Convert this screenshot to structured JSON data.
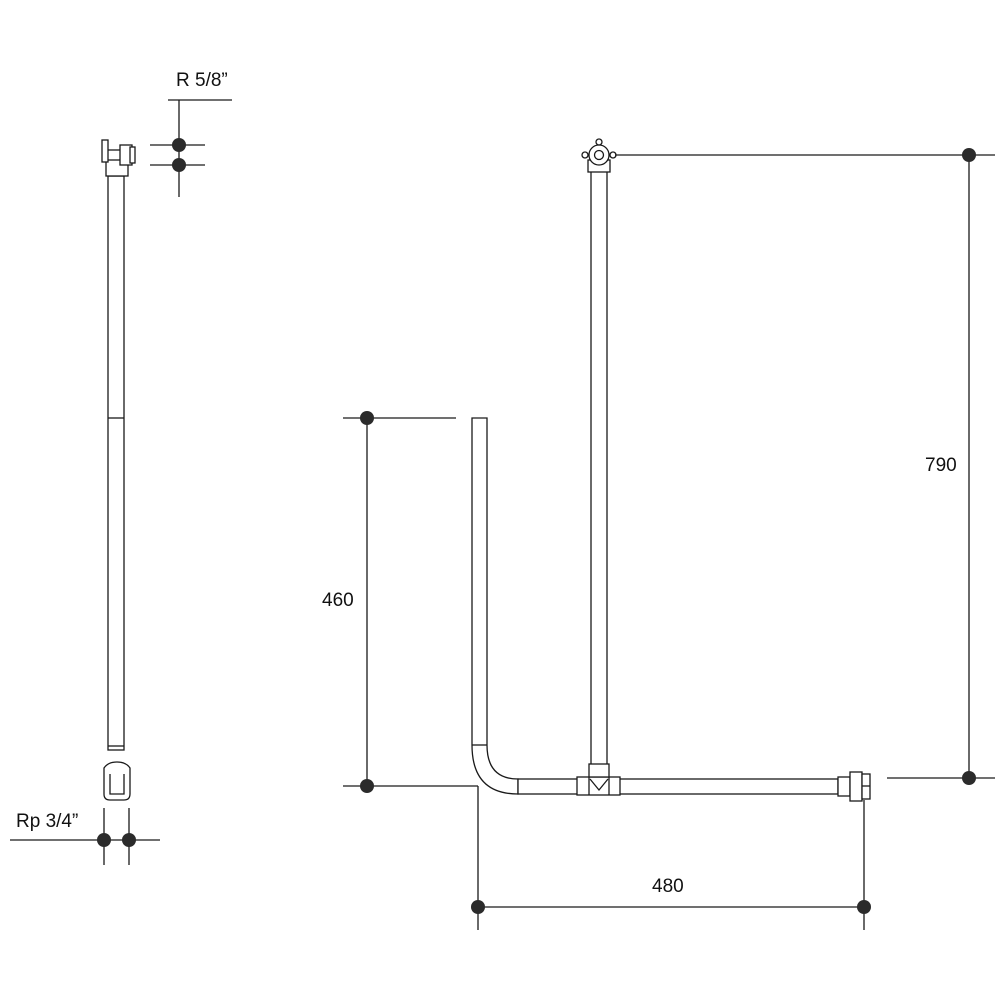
{
  "side_view": {
    "top_thread_label": "R 5/8”",
    "bottom_thread_label": "Rp 3/4”"
  },
  "front_view": {
    "riser_height_label": "460",
    "total_height_label": "790",
    "width_label": "480"
  },
  "colors": {
    "line": "#1a1a1a",
    "dot": "#2b2b2b",
    "background": "#ffffff"
  }
}
